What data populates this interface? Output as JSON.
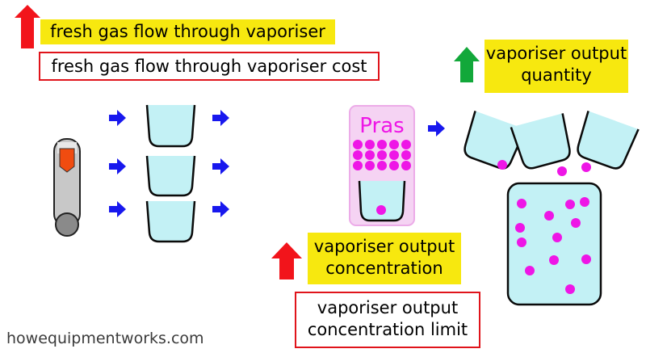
{
  "labels": {
    "fgf_increase": "fresh gas flow through vaporiser",
    "fgf_cost": "fresh gas flow through vaporiser cost",
    "output_quantity_line1": "vaporiser output",
    "output_quantity_line2": "quantity",
    "output_conc_line1": "vaporiser output",
    "output_conc_line2": "concentration",
    "conc_limit_line1": "vaporiser output",
    "conc_limit_line2": "concentration limit",
    "vaporiser_name": "Pras"
  },
  "footer": {
    "site": "howequipmentworks.com"
  },
  "colors": {
    "arrow_up_red": "#f2141b",
    "arrow_up_green": "#12a83a",
    "flow_arrow_blue": "#1818ee",
    "liquid": "#c3f1f5",
    "vapour_dot": "#ee16e6",
    "label_yellow": "#f7e80f",
    "limit_border_red": "#e0141b",
    "vaporiser_body": "#f5d3f3"
  }
}
